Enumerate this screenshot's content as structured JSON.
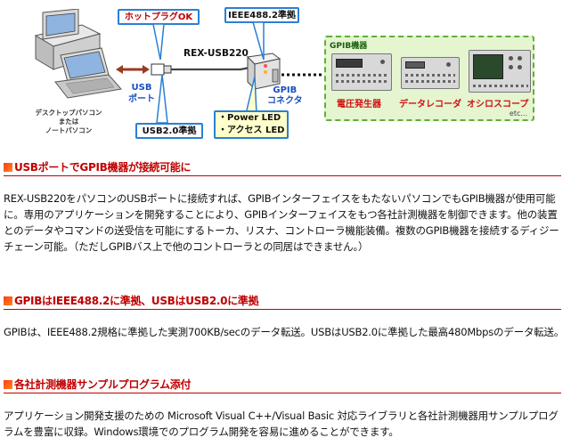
{
  "diagram": {
    "callout_hotplug": "ホットプラグOK",
    "callout_ieee": "IEEE488.2準拠",
    "product_label": "REX-USB220",
    "usb_port_label_1": "USB",
    "usb_port_label_2": "ポート",
    "callout_usb20": "USB2.0準拠",
    "pc_label_1": "デスクトップパソコン",
    "pc_label_2": "または",
    "pc_label_3": "ノートパソコン",
    "gpib_connector_1": "GPIB",
    "gpib_connector_2": "コネクタ",
    "led_1": "・Power LED",
    "led_2": "・アクセス LED",
    "gpib_box_title": "GPIB機器",
    "instrument_1": "電圧発生器",
    "instrument_2": "データレコーダ",
    "instrument_3": "オシロスコープ",
    "etc": "etc..."
  },
  "sections": [
    {
      "heading": "USBポートでGPIB機器が接続可能に",
      "body": "REX-USB220をパソコンのUSBポートに接続すれば、GPIBインターフェイスをもたないパソコンでもGPIB機器が使用可能に。専用のアプリケーションを開発することにより、GPIBインターフェイスをもつ各社計測機器を制御できます。他の装置とのデータやコマンドの送受信を可能にするトーカ、リスナ、コントローラ機能装備。複数のGPIB機器を接続するディジーチェーン可能。（ただしGPIBバス上で他のコントローラとの同居はできません。）"
    },
    {
      "heading": "GPIBはIEEE488.2に準拠、USBはUSB2.0に準拠",
      "body": "GPIBは、IEEE488.2規格に準拠した実測700KB/secのデータ転送。USBはUSB2.0に準拠した最高480Mbpsのデータ転送。"
    },
    {
      "heading": "各社計測機器サンプルプログラム添付",
      "body": "アプリケーション開発支援のための Microsoft Visual C++/Visual Basic 対応ライブラリと各社計測機器用サンプルプログラムを豊富に収録。Windows環境でのプログラム開発を容易に進めることができます。"
    }
  ],
  "colors": {
    "heading": "#c00000",
    "callout_border": "#2a7fd4",
    "gpib_box_fill": "#e4f5d0",
    "gpib_box_border": "#5fae3a"
  }
}
